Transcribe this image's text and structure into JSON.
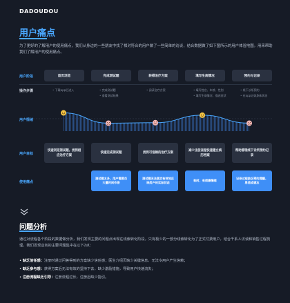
{
  "brand": "DADOUDOU",
  "title": "用户痛点",
  "intro": "为了更好的了解用户的使用痛点，我们从身边的一些朋友中找了相对符合的用户做了一些简单的访谈，结合数据做了如下图所示的用户体验地图。用来帮助我们了解用户的使用痛点。",
  "rows": {
    "stage": "用户阶段",
    "steps": "操作步骤",
    "mood": "用户情绪",
    "goal": "用户目标",
    "pain": "使用痛点"
  },
  "stages": [
    "首页浏览",
    "完成测试题",
    "获得治疗方案",
    "填写生病情况",
    "预约与记录"
  ],
  "steps": [
    [
      "• 下载app后进入"
    ],
    [
      "• 完成测试题",
      "• 查看测试结果"
    ],
    [
      "• 阅读治疗方案"
    ],
    [
      "• 填写姓名、年龄、性别",
      "• 填写生病情况、描述症状"
    ],
    [
      "• 线下诊所预约",
      "• 在app记录身体状态"
    ]
  ],
  "mood": {
    "levels": [
      0.72,
      0.28,
      0.3,
      0.62,
      0.28
    ],
    "faces": [
      "happy",
      "sad",
      "sad",
      "happy",
      "sad"
    ],
    "colors": {
      "happy": "#f6c644",
      "sad": "#f2b6b6",
      "line": "#4aa8ff"
    }
  },
  "goals": [
    "快速浏览测试题，找到相应治疗方案",
    "快速完成测试题",
    "找到可信赖的治疗方案",
    "减少注册流程快速建立病历档案",
    "帮助管理线下诊所预约记录"
  ],
  "pains": [
    "测试题太多，用户需要花大量时间作答",
    "测试题无法真实有效地反映用户的实际状态",
    "耗时、有烦躁情绪",
    "记录过程缺乏预约提醒，易造成遗忘"
  ],
  "analysis": {
    "heading": "问题分析",
    "paragraph": "通过对流程各个阶段的数据做分析，我们发现主要的问题点出现在线索转化阶段，只有极少的一部分线索转化为了正式付费用户，结合千系人访谈和销售过程梳理，我们发现业务的主要问题集中在以下2点：",
    "bullets": [
      {
        "label": "缺乏信任感：",
        "text": "注册时通过问答得到的方案缺少信任感；医生介绍页缺少关键信息，无法令用户产生信赖；"
      },
      {
        "label": "缺乏参与感：",
        "text": "获得方案后无法有效的坚持下去，缺少激励措施，导致用户快速流失；"
      },
      {
        "label": "注册流程缺乏引导：",
        "text": "注册流程过长，注册后缺少指引。"
      }
    ]
  }
}
